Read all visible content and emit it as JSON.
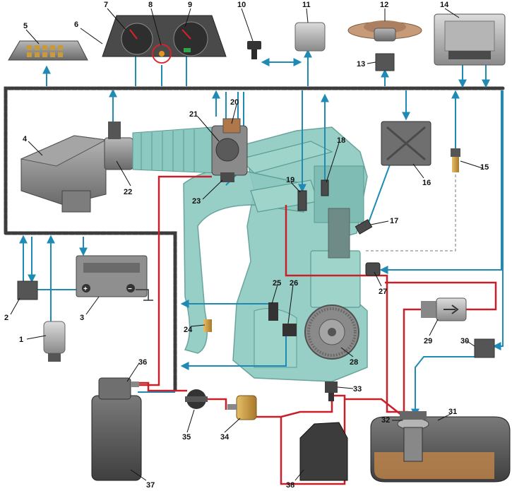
{
  "colors": {
    "harness": "#3c3c3c",
    "signal": "#1f8bb5",
    "fuel_line": "#c8202a",
    "engine": "#8cc9c0",
    "engine_edge": "#5a9c93",
    "component": "#7a7a7a",
    "component_dark": "#4a4a4a",
    "brass": "#c99a3a",
    "ignition_coil": "#6f6f6f",
    "battery": "#8f8f8f",
    "highlight_ring": "#e0202a"
  },
  "callouts": [
    {
      "id": "1",
      "label": "1"
    },
    {
      "id": "2",
      "label": "2"
    },
    {
      "id": "3",
      "label": "3"
    },
    {
      "id": "4",
      "label": "4"
    },
    {
      "id": "5",
      "label": "5"
    },
    {
      "id": "6",
      "label": "6"
    },
    {
      "id": "7",
      "label": "7"
    },
    {
      "id": "8",
      "label": "8"
    },
    {
      "id": "9",
      "label": "9"
    },
    {
      "id": "10",
      "label": "10"
    },
    {
      "id": "11",
      "label": "11"
    },
    {
      "id": "12",
      "label": "12"
    },
    {
      "id": "13",
      "label": "13"
    },
    {
      "id": "14",
      "label": "14"
    },
    {
      "id": "15",
      "label": "15"
    },
    {
      "id": "16",
      "label": "16"
    },
    {
      "id": "17",
      "label": "17"
    },
    {
      "id": "18",
      "label": "18"
    },
    {
      "id": "19",
      "label": "19"
    },
    {
      "id": "20",
      "label": "20"
    },
    {
      "id": "21",
      "label": "21"
    },
    {
      "id": "22",
      "label": "22"
    },
    {
      "id": "23",
      "label": "23"
    },
    {
      "id": "24",
      "label": "24"
    },
    {
      "id": "25",
      "label": "25"
    },
    {
      "id": "26",
      "label": "26"
    },
    {
      "id": "27",
      "label": "27"
    },
    {
      "id": "28",
      "label": "28"
    },
    {
      "id": "29",
      "label": "29"
    },
    {
      "id": "30",
      "label": "30"
    },
    {
      "id": "31",
      "label": "31"
    },
    {
      "id": "32",
      "label": "32"
    },
    {
      "id": "33",
      "label": "33"
    },
    {
      "id": "34",
      "label": "34"
    },
    {
      "id": "35",
      "label": "35"
    },
    {
      "id": "36",
      "label": "36"
    },
    {
      "id": "37",
      "label": "37"
    },
    {
      "id": "38",
      "label": "38"
    }
  ],
  "battery_terminals": {
    "positive": "+",
    "negative": "−"
  }
}
